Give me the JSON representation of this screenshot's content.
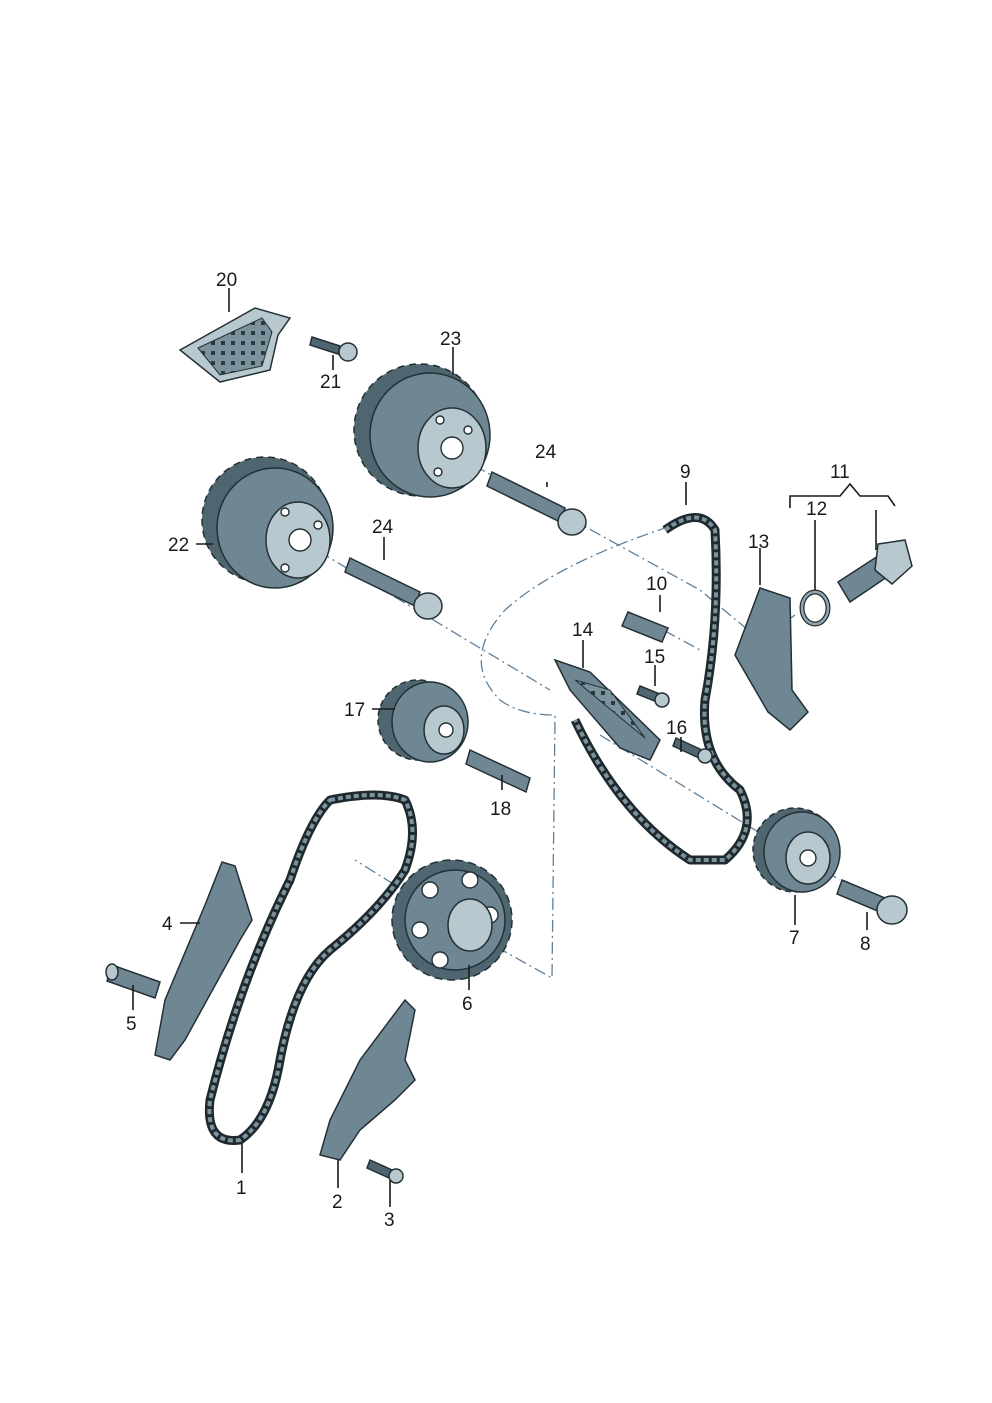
{
  "callouts": {
    "n1": "1",
    "n2": "2",
    "n3": "3",
    "n4": "4",
    "n5": "5",
    "n6": "6",
    "n7": "7",
    "n8": "8",
    "n9": "9",
    "n10": "10",
    "n11": "11",
    "n12": "12",
    "n13": "13",
    "n14": "14",
    "n15": "15",
    "n16": "16",
    "n17": "17",
    "n18": "18",
    "n20": "20",
    "n21": "21",
    "n22": "22",
    "n23": "23",
    "n24a": "24",
    "n24b": "24"
  },
  "colors": {
    "metal": "#6f8793",
    "metal_dark": "#4f6670",
    "metal_light": "#b8c8cf",
    "outline": "#233036",
    "centerline": "#5f7f99"
  }
}
